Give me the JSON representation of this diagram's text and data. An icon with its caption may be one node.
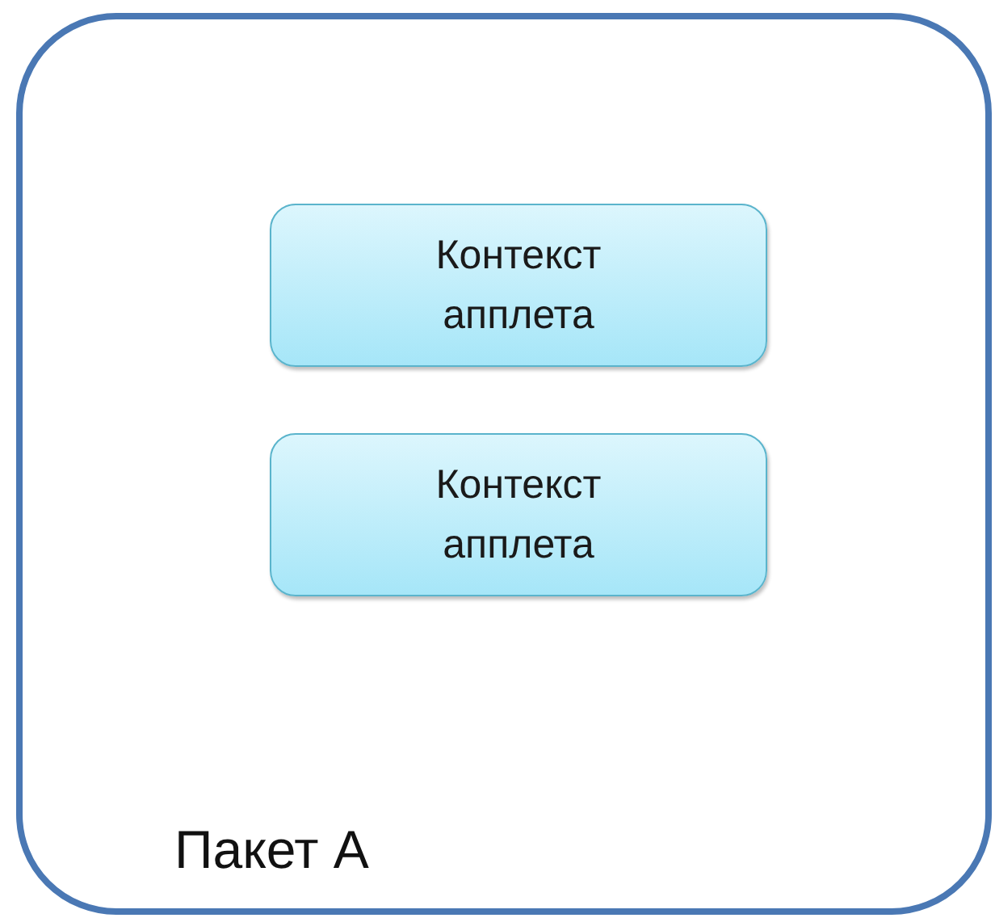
{
  "diagram": {
    "nodes": [
      {
        "text": [
          "Пакет А"
        ]
      },
      {
        "text": [
          "Контекст апплета"
        ],
        "in": 0
      },
      {
        "text": [
          "Контекст апплета"
        ],
        "in": 0
      }
    ]
  }
}
